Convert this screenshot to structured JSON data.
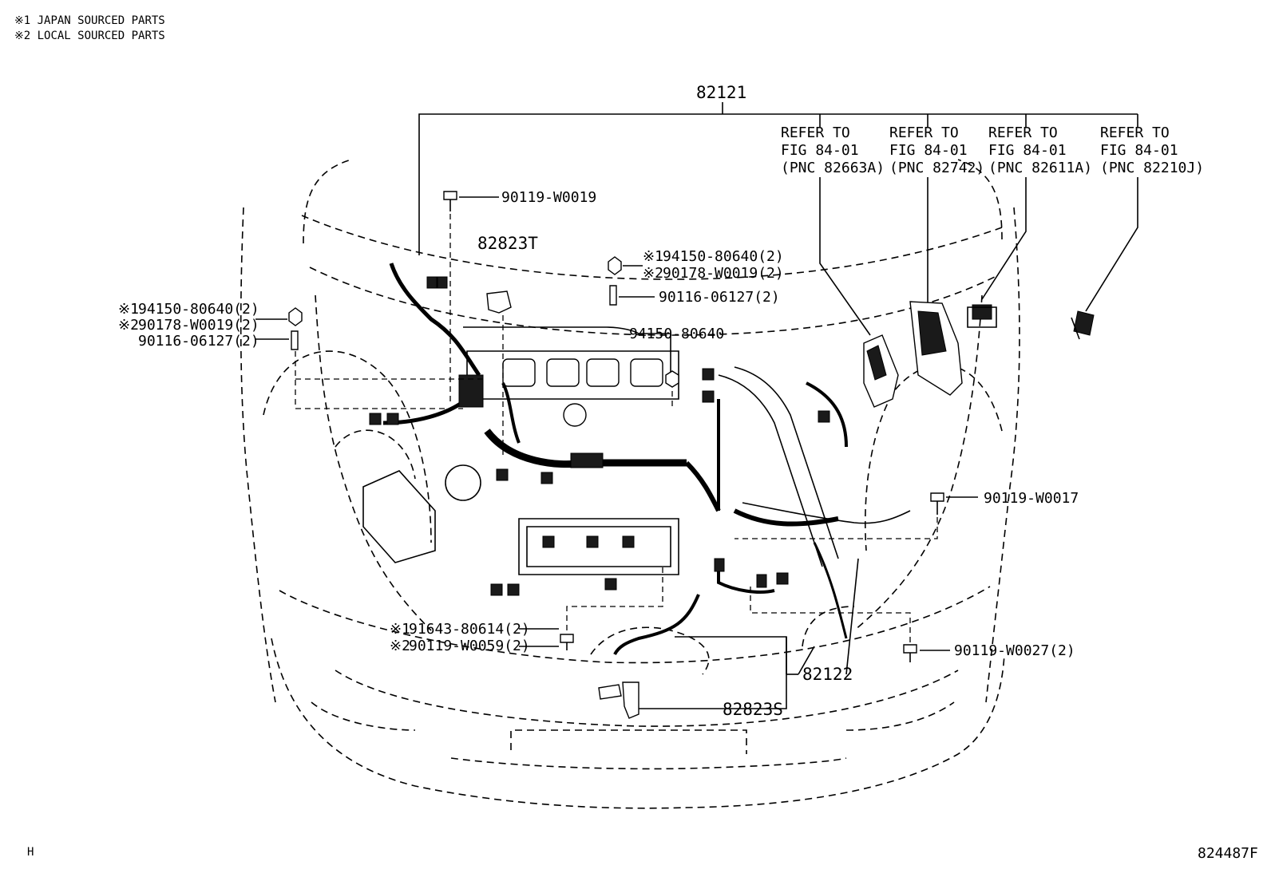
{
  "notes": [
    "※1 JAPAN SOURCED PARTS",
    "※2 LOCAL SOURCED PARTS"
  ],
  "main_assembly": "82121",
  "refer_to": [
    {
      "line1": "REFER TO",
      "line2": "FIG 84-01",
      "line3": "(PNC 82663A)"
    },
    {
      "line1": "REFER TO",
      "line2": "FIG 84-01",
      "line3": "(PNC 82742)"
    },
    {
      "line1": "REFER TO",
      "line2": "FIG 84-01",
      "line3": "(PNC 82611A)"
    },
    {
      "line1": "REFER TO",
      "line2": "FIG 84-01",
      "line3": "(PNC 82210J)"
    }
  ],
  "callouts": {
    "bolt_top": "90119-W0019",
    "clamp_82823t": "82823T",
    "r_nut_j": "※1",
    "r_nut": "94150-80640(2)",
    "r_nut2_l": "※2",
    "r_nut2": "90178-W0019(2)",
    "r_stud": "90116-06127(2)",
    "l_nut_j": "※1",
    "l_nut": "94150-80640(2)",
    "l_nut2_l": "※2",
    "l_nut2": "90178-W0019(2)",
    "l_stud": "90116-06127(2)",
    "nut_center": "94150-80640",
    "bolt_w0017": "90119-W0017",
    "bolt_b_j": "※1",
    "bolt_b": "91643-80614(2)",
    "bolt_b2_l": "※2",
    "bolt_b2": "90119-W0059(2)",
    "bolt_w0027": "90119-W0027(2)",
    "sub_82122": "82122",
    "clamp_82823s": "82823S"
  },
  "corner_left": "H",
  "illustration_code": "824487F"
}
